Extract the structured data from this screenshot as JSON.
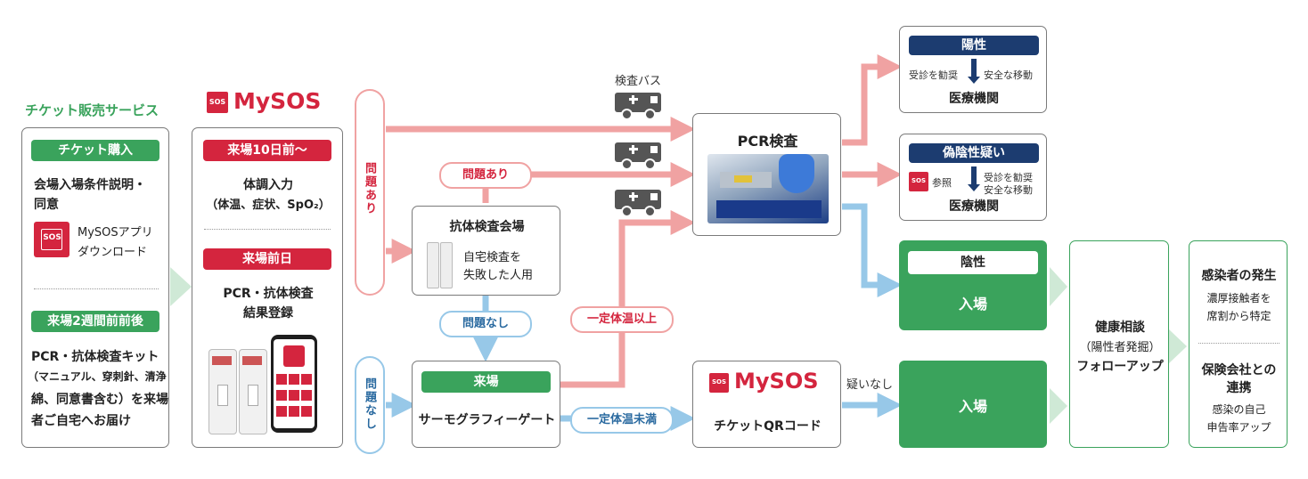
{
  "ticket_service": {
    "header": "チケット販売サービス",
    "purchase_label": "チケット購入",
    "line1": "会場入場条件説明・",
    "line2": "同意",
    "app_line1": "MySOSアプリ",
    "app_line2": "ダウンロード",
    "two_weeks_label": "来場2週間前前後",
    "kit_line1": "PCR・抗体検査キット",
    "kit_line2": "（マニュアル、穿刺針、清浄",
    "kit_line3": "綿、同意書含む）を来場",
    "kit_line4": "者ご自宅へお届け"
  },
  "mysos_app": {
    "logo_text": "MySOS",
    "logo_badge": "SOS",
    "ten_days_label": "来場10日前〜",
    "health_line1": "体調入力",
    "health_line2": "（体温、症状、SpO₂）",
    "day_before_label": "来場前日",
    "result_line1": "PCR・抗体検査",
    "result_line2": "結果登録"
  },
  "flow_tags": {
    "problem_yes": "問題あり",
    "problem_no": "問題なし",
    "vertical_problem_yes": "問題あり",
    "vertical_problem_no": "問題なし",
    "fever_above": "一定体温以上",
    "fever_below": "一定体温未満",
    "inspection_bus": "検査バス",
    "no_doubt": "疑いなし"
  },
  "antibody_venue": {
    "title": "抗体検査会場",
    "line1": "自宅検査を",
    "line2": "失敗した人用"
  },
  "arrival": {
    "label": "来場",
    "gate": "サーモグラフィーゲート"
  },
  "pcr": {
    "title": "PCR検査"
  },
  "qr": {
    "logo_text": "MySOS",
    "logo_badge": "SOS",
    "label": "チケットQRコード"
  },
  "positive": {
    "label": "陽性",
    "left_note": "受診を勧奨",
    "right_note": "安全な移動",
    "institution": "医療機関"
  },
  "suspected": {
    "label": "偽陰性疑い",
    "ref": "参照",
    "badge": "SOS",
    "note1": "受診を勧奨",
    "note2": "安全な移動",
    "institution": "医療機関"
  },
  "negative": {
    "label": "陰性",
    "entry": "入場"
  },
  "entry2": {
    "entry": "入場"
  },
  "health_consult": {
    "title": "健康相談",
    "sub": "（陽性者発掘）",
    "follow": "フォローアップ"
  },
  "infection": {
    "title": "感染者の発生",
    "line1": "濃厚接触者を",
    "line2": "席割から特定",
    "insurance_title1": "保険会社との",
    "insurance_title2": "連携",
    "ins_line1": "感染の自己",
    "ins_line2": "申告率アップ"
  },
  "colors": {
    "green": "#3aa35c",
    "red": "#d4253e",
    "pink_arrow": "#f0a2a2",
    "blue_arrow": "#97c8e8",
    "navy": "#1c3c70"
  }
}
